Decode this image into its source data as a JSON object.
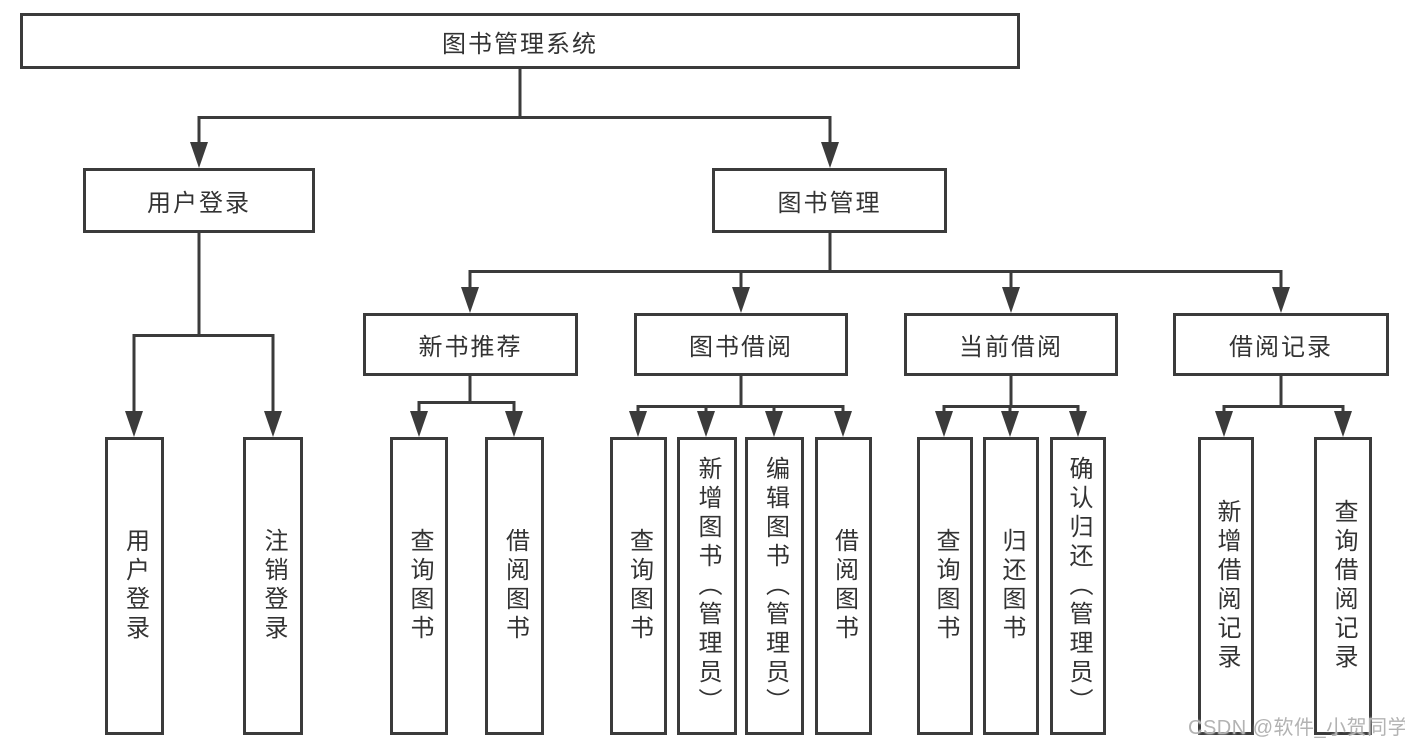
{
  "diagram": {
    "type": "hierarchy-tree",
    "nodes": {
      "root": "图书管理系统",
      "level2": [
        "用户登录",
        "图书管理"
      ],
      "level3": [
        "新书推荐",
        "图书借阅",
        "当前借阅",
        "借阅记录"
      ],
      "leaves": [
        "用户登录",
        "注销登录",
        "查询图书",
        "借阅图书",
        "查询图书",
        "新增图书（管理员）",
        "编辑图书（管理员）",
        "借阅图书",
        "查询图书",
        "归还图书",
        "确认归还（管理员）",
        "新增借阅记录",
        "查询借阅记录"
      ]
    },
    "hierarchy": {
      "图书管理系统": [
        "用户登录",
        "图书管理"
      ],
      "用户登录": [
        "用户登录",
        "注销登录"
      ],
      "图书管理": [
        "新书推荐",
        "图书借阅",
        "当前借阅",
        "借阅记录"
      ],
      "新书推荐": [
        "查询图书",
        "借阅图书"
      ],
      "图书借阅": [
        "查询图书",
        "新增图书（管理员）",
        "编辑图书（管理员）",
        "借阅图书"
      ],
      "当前借阅": [
        "查询图书",
        "归还图书",
        "确认归还（管理员）"
      ],
      "借阅记录": [
        "新增借阅记录",
        "查询借阅记录"
      ]
    },
    "colors": {
      "line": "#3b3b3b",
      "text": "#333333",
      "background": "#ffffff",
      "watermark": "#b3b3b3"
    }
  },
  "watermark": "CSDN @软件_小贺同学"
}
